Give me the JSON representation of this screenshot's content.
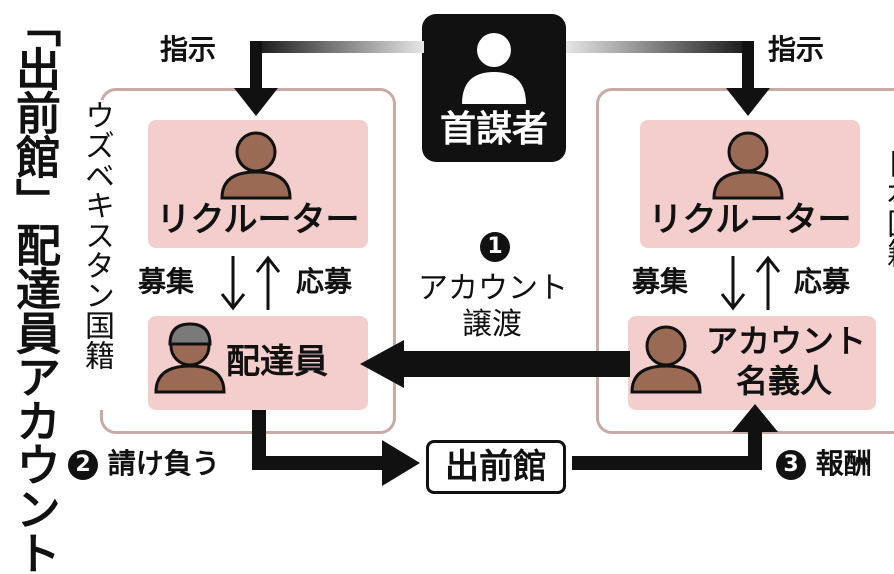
{
  "title": "「出前館」配達員アカウント",
  "leader": {
    "label": "首謀者"
  },
  "left_group": {
    "label": "ウズベキスタン国籍",
    "recruiter": "リクルーター",
    "worker": "配達員",
    "recruit_label": "募集",
    "apply_label": "応募"
  },
  "right_group": {
    "label": "日本国籍",
    "recruiter": "リクルーター",
    "holder_line1": "アカウント",
    "holder_line2": "名義人",
    "recruit_label": "募集",
    "apply_label": "応募"
  },
  "instruction_label": "指示",
  "steps": {
    "transfer": {
      "number": "1",
      "line1": "アカウント",
      "line2": "譲渡"
    },
    "undertake": {
      "number": "2",
      "text": "請け負う"
    },
    "reward": {
      "number": "3",
      "text": "報酬"
    }
  },
  "service": {
    "label": "出前館"
  },
  "colors": {
    "role_fill": "#f4cdcd",
    "group_border": "#c9aaa7",
    "person_icon": "#9b6a55",
    "arrow": "#111111"
  }
}
